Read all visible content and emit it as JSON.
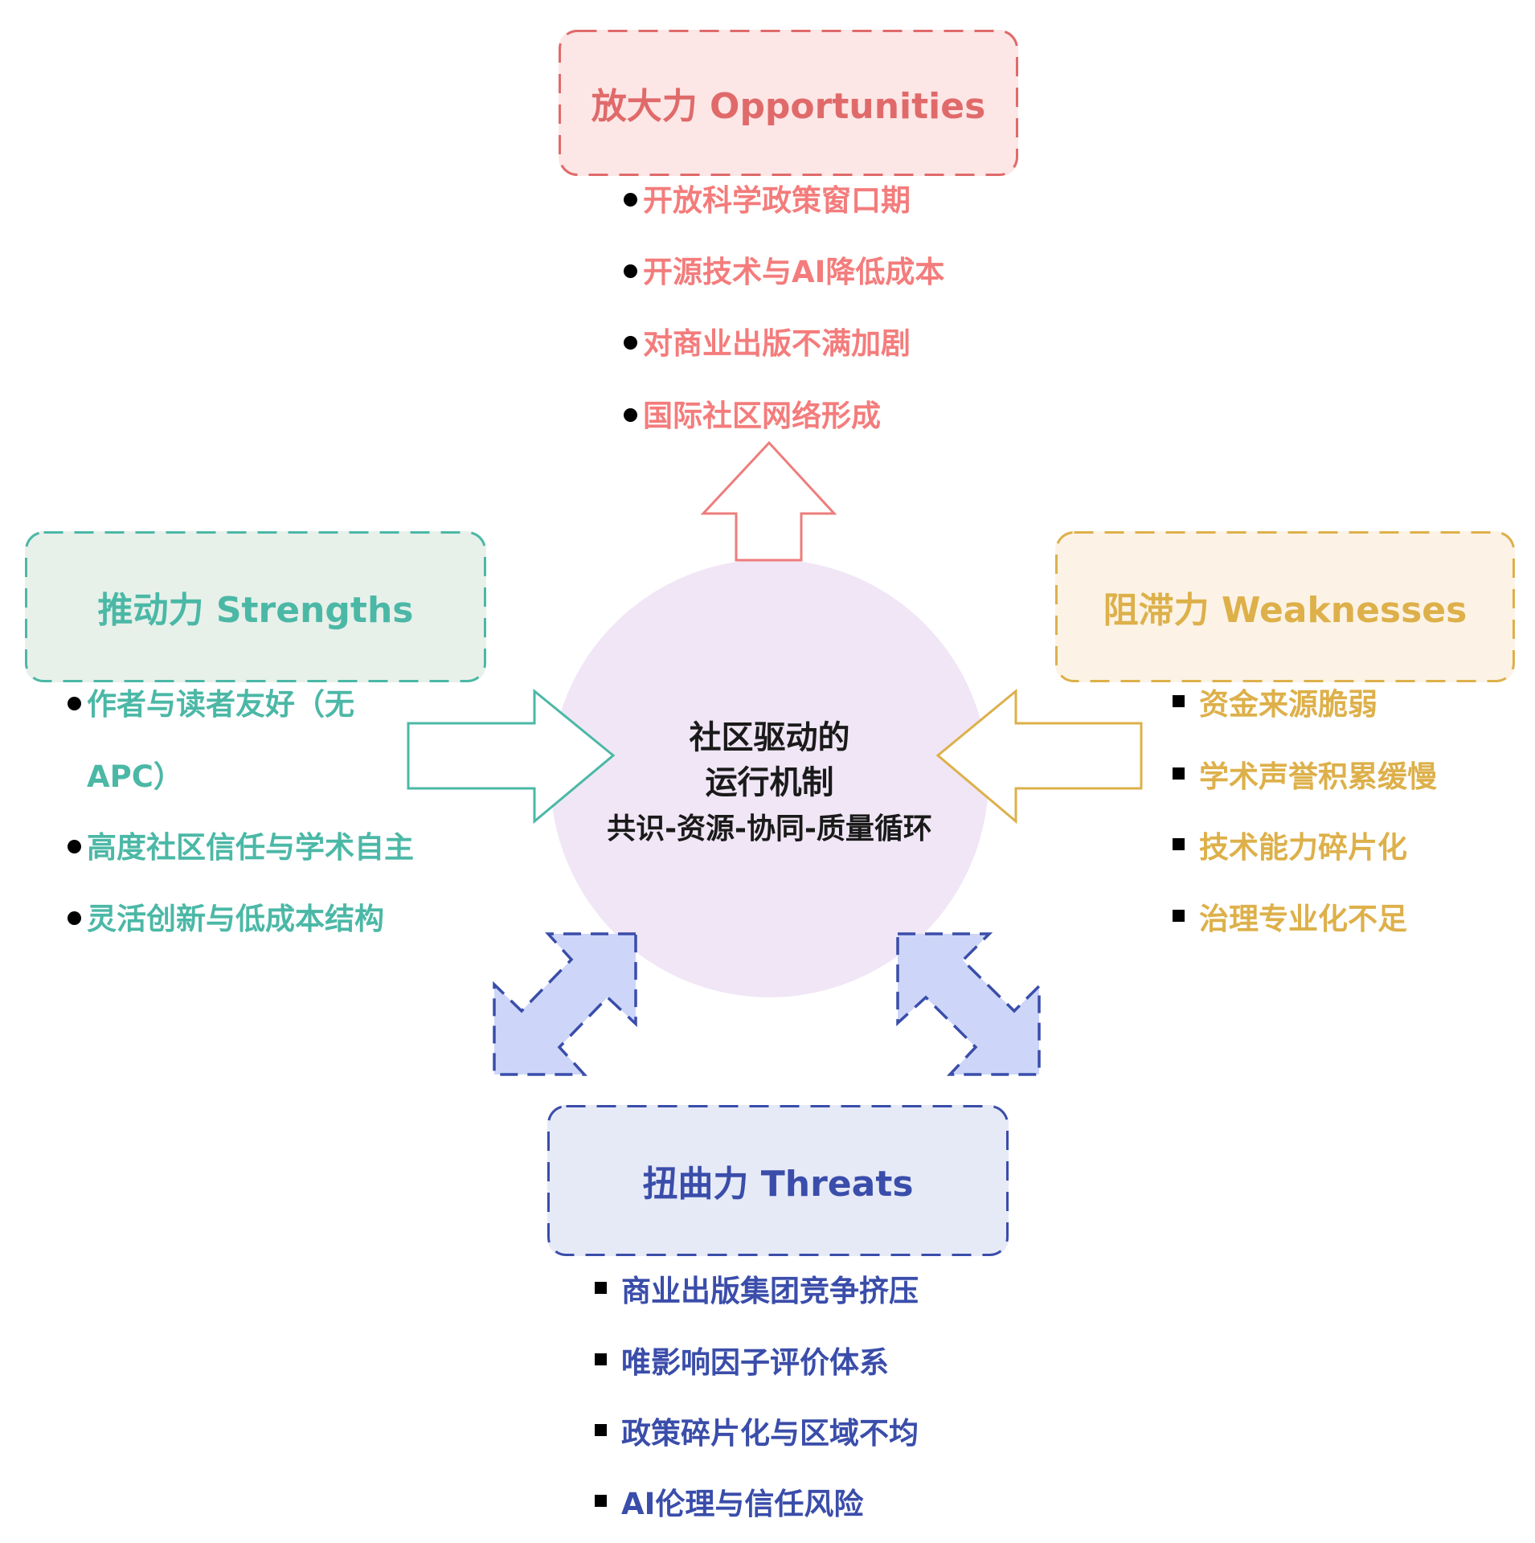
{
  "colors": {
    "opportunities": "#E06A6A",
    "opportunities_items": "#F47C7C",
    "opportunities_bg": "#FDE6E6",
    "strengths": "#4BB8A6",
    "strengths_bg": "#E8F0EA",
    "weaknesses": "#DDB04A",
    "weaknesses_bg": "#FCF3E6",
    "threats": "#3A4DAA",
    "threats_bg": "#E6EAF7",
    "center_bg": "#F0E6F5",
    "double_arrow_fill": "#CDD6F8"
  },
  "center": {
    "title_line1": "社区驱动的",
    "title_line2": "运行机制",
    "subtitle": "共识-资源-协同-质量循环"
  },
  "opportunities": {
    "title": "放大力 Opportunities",
    "bullet_icon": "round-bullet",
    "items": [
      "开放科学政策窗口期",
      "开源技术与AI降低成本",
      "对商业出版不满加剧",
      "国际社区网络形成"
    ]
  },
  "strengths": {
    "title": "推动力 Strengths",
    "bullet_icon": "round-bullet",
    "items": [
      "作者与读者友好（无",
      "APC）",
      "高度社区信任与学术自主",
      "灵活创新与低成本结构"
    ]
  },
  "weaknesses": {
    "title": "阻滞力 Weaknesses",
    "bullet_icon": "square-bullet",
    "items": [
      "资金来源脆弱",
      "学术声誉积累缓慢",
      "技术能力碎片化",
      "治理专业化不足"
    ]
  },
  "threats": {
    "title": "扭曲力 Threats",
    "bullet_icon": "square-bullet",
    "items": [
      "商业出版集团竞争挤压",
      "唯影响因子评价体系",
      "政策碎片化与区域不均",
      "AI伦理与信任风险"
    ]
  }
}
